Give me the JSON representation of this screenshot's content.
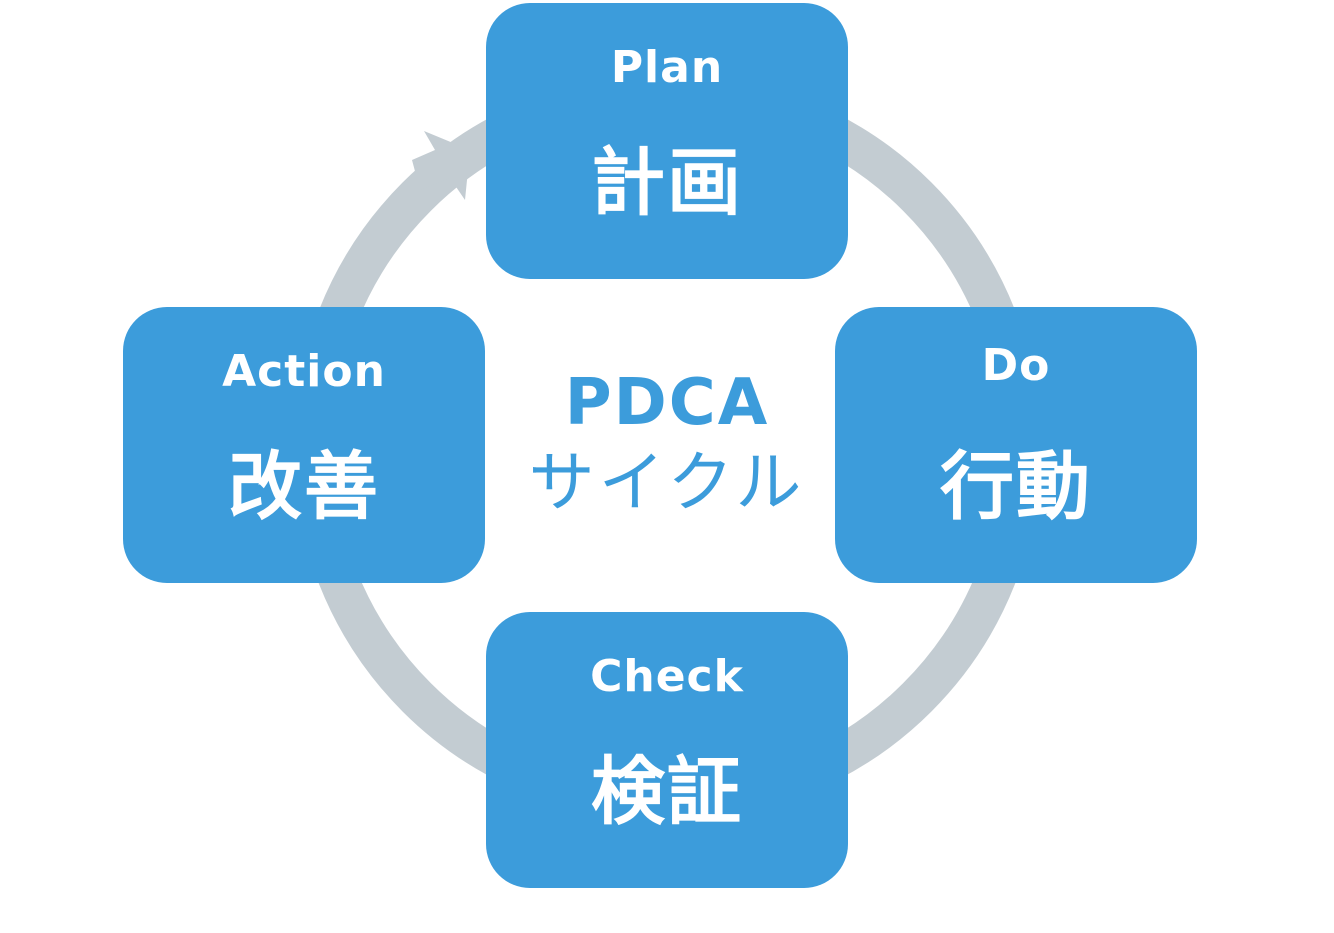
{
  "diagram": {
    "type": "cycle",
    "center": {
      "title": "PDCA",
      "subtitle": "サイクル"
    },
    "steps": [
      {
        "id": "plan",
        "en": "Plan",
        "jp": "計画"
      },
      {
        "id": "do",
        "en": "Do",
        "jp": "行動"
      },
      {
        "id": "check",
        "en": "Check",
        "jp": "検証"
      },
      {
        "id": "action",
        "en": "Action",
        "jp": "改善"
      }
    ],
    "flow": "clockwise",
    "arrowhead_at": "plan",
    "colors": {
      "box_fill": "#3c9cdb",
      "box_text": "#ffffff",
      "center_text": "#3c9cdb",
      "ring": "#c3ccd2",
      "background": "#ffffff"
    }
  }
}
